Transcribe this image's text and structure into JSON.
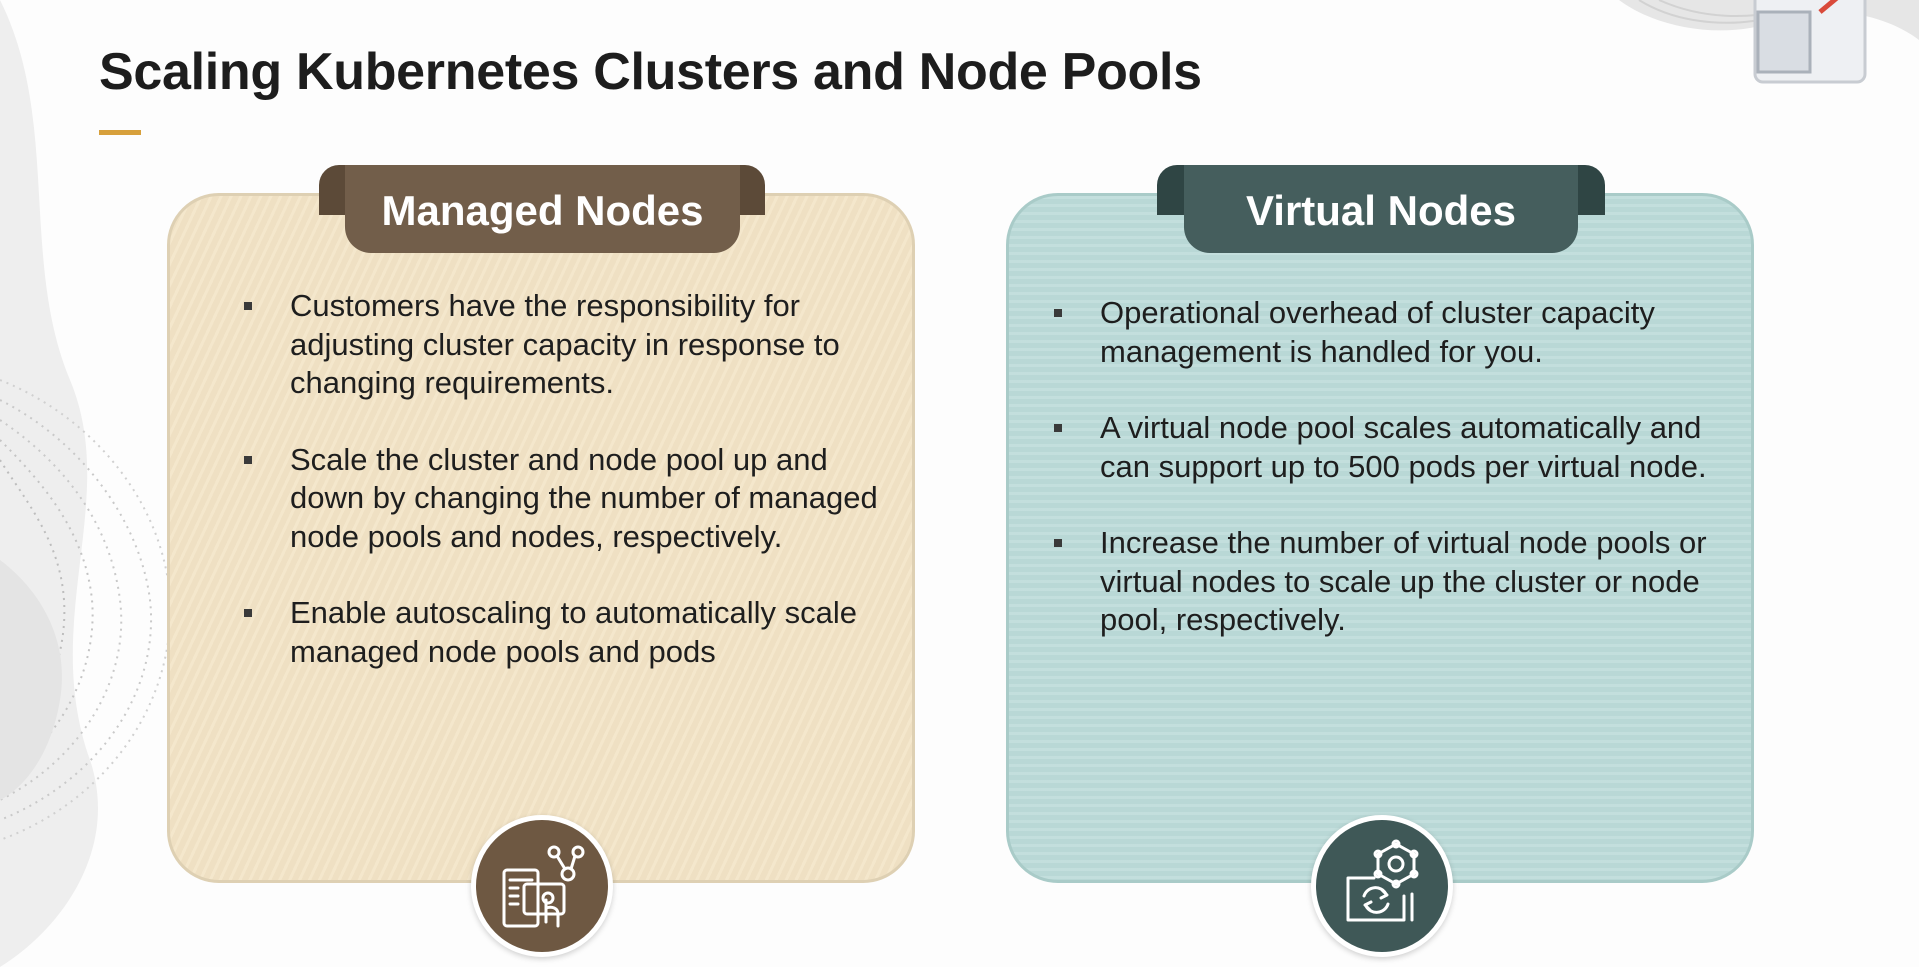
{
  "slide": {
    "title": "Scaling Kubernetes Clusters and Node Pools"
  },
  "managed": {
    "heading": "Managed Nodes",
    "icon": "touch-screen-network-icon",
    "color": "#725e4a",
    "bullets": [
      "Customers have the responsibility for adjusting cluster capacity in response to changing requirements.",
      "Scale the cluster and node pool up and down by changing the number of managed node pools and nodes, respectively.",
      "Enable autoscaling to automatically scale managed node pools and pods"
    ]
  },
  "virtual": {
    "heading": "Virtual Nodes",
    "icon": "virtual-node-refresh-icon",
    "color": "#455e5d",
    "bullets": [
      "Operational overhead of cluster capacity management is handled for you.",
      "A virtual node pool scales automatically and can support up to 500 pods per virtual node.",
      "Increase the number of virtual node pools or virtual nodes to scale up the cluster or node pool, respectively."
    ]
  },
  "colors": {
    "accent_underline": "#d7a03c",
    "managed_card": "#f3e4c6",
    "virtual_card": "#bcdbd9"
  }
}
